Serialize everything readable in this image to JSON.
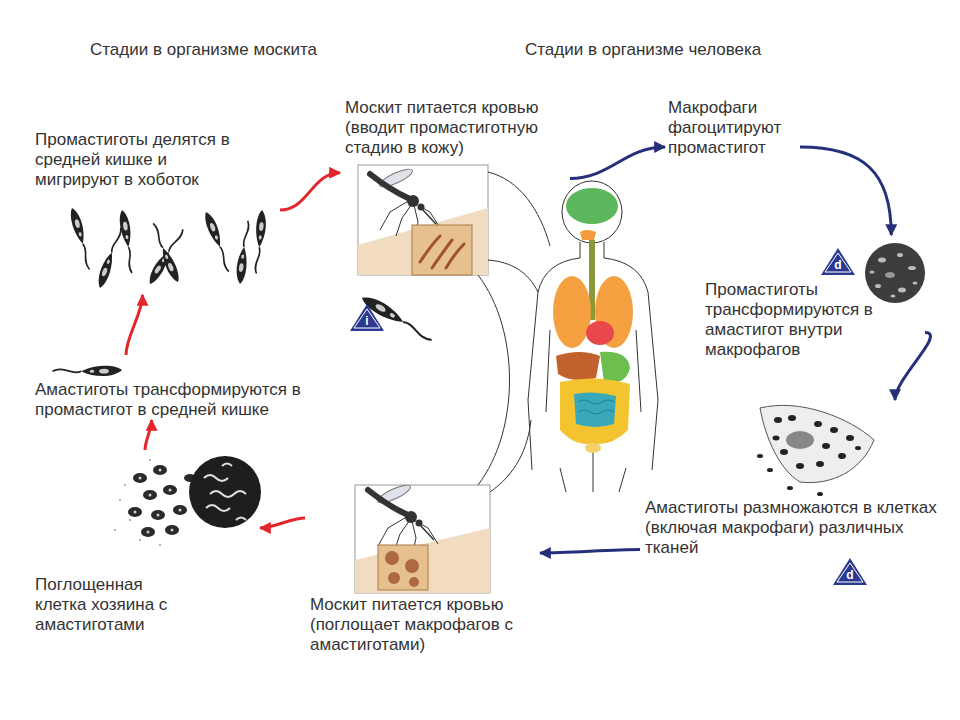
{
  "diagram": {
    "nodes": [
      {
        "text": [
          "Промастиготы делятся в средней кишке и мигрируют в хоботок"
        ]
      },
      {
        "text": [
          "Москит питается кровью (вводит промастиготную стадию в кожу)"
        ]
      },
      {
        "text": [
          "Макрофаги фагоцитируют промастигот"
        ]
      },
      {
        "text": [
          "Промастиготы трансформируются в амастигот внутри макрофагов"
        ]
      },
      {
        "text": [
          "Амастиготы трансформируются в промастигот в средней кишке"
        ]
      },
      {
        "text": [
          "Амастиготы размножаются в клетках (включая макрофаги) различных тканей"
        ]
      },
      {
        "text": [
          "Поглощенная клетка хозяина с амастиготами"
        ]
      },
      {
        "text": [
          "Москит питается кровью (поглощает макрофагов с амастиготами)"
        ]
      }
    ],
    "edges": [
      {
        "from": 0,
        "to": 1,
        "arrow": "to"
      },
      {
        "from": 1,
        "to": 2,
        "arrow": "to"
      },
      {
        "from": 2,
        "to": 3,
        "arrow": "to"
      },
      {
        "from": 3,
        "to": 5,
        "arrow": "to"
      },
      {
        "from": 5,
        "to": 7,
        "arrow": "to"
      },
      {
        "from": 7,
        "to": 6,
        "arrow": "to"
      },
      {
        "from": 6,
        "to": 4,
        "arrow": "to"
      },
      {
        "from": 4,
        "to": 0,
        "arrow": "to"
      }
    ],
    "labels": [
      "Стадии в организме москита",
      "Стадии в организме человека",
      "i",
      "d",
      "d"
    ]
  }
}
